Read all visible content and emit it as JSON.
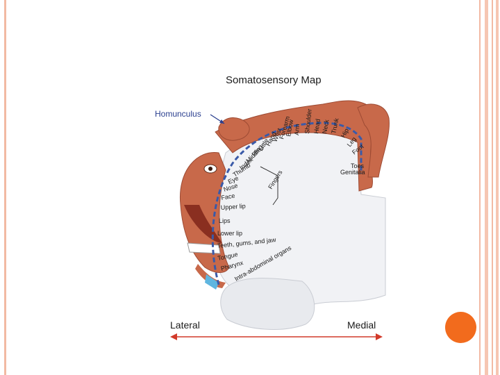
{
  "title": "Somatosensory Map",
  "pointer_label": "Homunculus",
  "body_parts": [
    "Hip",
    "Leg",
    "Foot",
    "Toes",
    "Genitalia",
    "Trunk",
    "Neck",
    "Head",
    "Shoulder",
    "Arm",
    "Elbow",
    "Forearm",
    "Wrist",
    "Hand",
    "Little",
    "Ring",
    "Middle",
    "Index",
    "Thumb",
    "Eye",
    "Nose",
    "Face",
    "Upper lip",
    "Lips",
    "Lower lip",
    "Teeth, gums, and jaw",
    "Tongue",
    "Pharynx",
    "Intra-abdominal organs"
  ],
  "fingers_group_label": "Fingers",
  "axis": {
    "left_label": "Lateral",
    "right_label": "Medial"
  },
  "colors": {
    "skin": "#c8694a",
    "skin_dark": "#a44e34",
    "tick": "#3a5aa8",
    "brain": "#eef0f3",
    "arrow": "#d23a2a",
    "slide_accent": "#f26b1d",
    "frame": "#f2b9a3"
  }
}
